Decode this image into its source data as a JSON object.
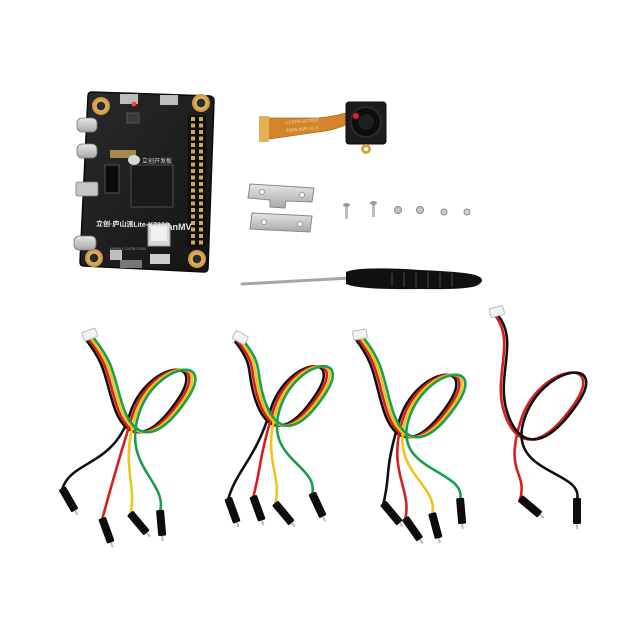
{
  "board": {
    "brand_cn": "立创·庐山派",
    "model_text": "Lite-K230D",
    "canmv_text": "CanMV",
    "logo_text": "立创开发板",
    "url_text": "WWW.LCKFB.COM"
  },
  "camera": {
    "flex_text_1": "LCKFB-GC2053",
    "flex_text_2": "200W MIPI V1.0"
  },
  "cables": {
    "count": 4,
    "colors": [
      "#111111",
      "#d81e1e",
      "#f0c419",
      "#1a9e4f"
    ]
  },
  "tools": {
    "screwdriver": "screwdriver",
    "bracket": "camera-bracket",
    "screws_count": 6
  }
}
